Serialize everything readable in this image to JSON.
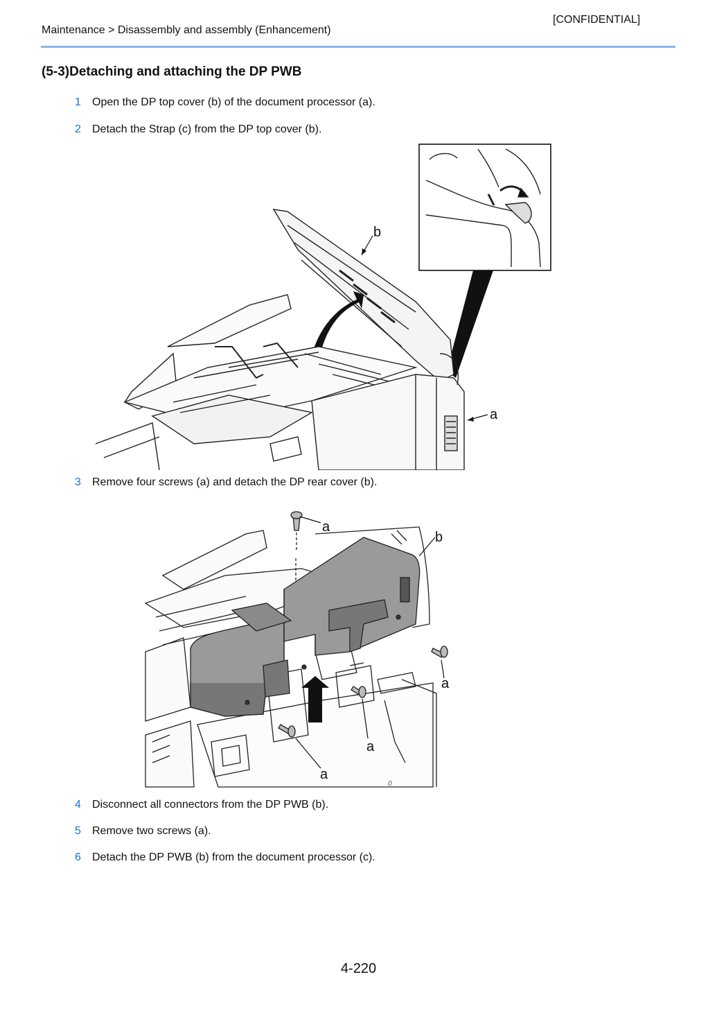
{
  "header": {
    "confidential": "[CONFIDENTIAL]",
    "breadcrumb": "Maintenance > Disassembly and assembly (Enhancement)"
  },
  "section": {
    "title": "(5-3)Detaching and attaching the DP PWB"
  },
  "steps": [
    {
      "num": "1",
      "text": "Open the DP top cover (b) of the document processor (a)."
    },
    {
      "num": "2",
      "text": "Detach the Strap (c) from the DP top cover (b)."
    },
    {
      "num": "3",
      "text": "Remove four screws (a) and detach the DP rear cover (b)."
    },
    {
      "num": "4",
      "text": "Disconnect all connectors from the DP PWB (b)."
    },
    {
      "num": "5",
      "text": "Remove two screws (a)."
    },
    {
      "num": "6",
      "text": "Detach the DP PWB (b) from the document processor (c)."
    }
  ],
  "figure1": {
    "label_b": "b",
    "label_a": "a"
  },
  "figure2": {
    "label_a1": "a",
    "label_b": "b",
    "label_a2": "a",
    "label_a3": "a",
    "label_a4": "a",
    "mark": "0"
  },
  "footer": {
    "page_number": "4-220"
  }
}
